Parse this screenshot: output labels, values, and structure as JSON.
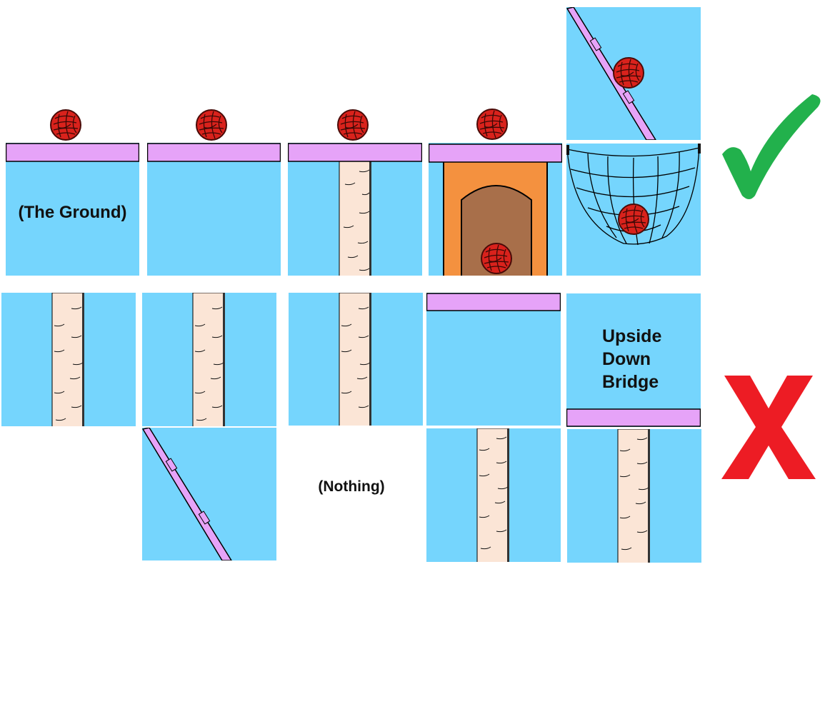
{
  "labels": {
    "ground": "(The Ground)",
    "nothing": "(Nothing)",
    "upside_bridge_line1": "Upside",
    "upside_bridge_line2": "Down",
    "upside_bridge_line3": "Bridge"
  },
  "colors": {
    "sky": "#75d5fd",
    "bridge": "#e6a3f8",
    "trunk": "#fbe5d6",
    "yarn": "#d9221c",
    "house_frame": "#f4913f",
    "house_door": "#a86f4a",
    "check": "#22b14c",
    "cross": "#ed1c24"
  },
  "icons": {
    "correct": "check-mark-icon",
    "incorrect": "x-mark-icon",
    "ball": "yarn-ball-icon"
  }
}
